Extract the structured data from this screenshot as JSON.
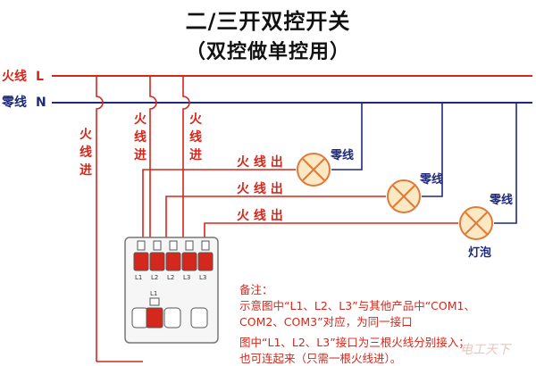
{
  "title": {
    "line1": "二/三开双控开关",
    "line2": "（双控做单控用）"
  },
  "rails": {
    "live_label": "火线",
    "live_letter": "L",
    "neutral_label": "零线",
    "neutral_letter": "N"
  },
  "labels": {
    "live_in": [
      "火",
      "线",
      "进"
    ],
    "live_out": "火 线 出",
    "neutral": "零线",
    "bulb": "灯泡"
  },
  "switch": {
    "top_terminals": [
      "L1",
      "L2",
      "L2",
      "L3",
      "L3"
    ],
    "bottom_terminal": "L1"
  },
  "notes": {
    "heading": "备注：",
    "line1": "示意图中“L1、L2、L3”与其他产品中“COM1、",
    "line2": "COM2、COM3”对应，为同一接口",
    "line3": "图中“L1、L2、L3”接口为三根火线分别接入；",
    "line4": "也可连起来（只需一根火线进）。"
  },
  "watermark": "电工天下",
  "colors": {
    "live": "#d4281c",
    "neutral": "#1f2a7a",
    "bulb_fill": "#fbe9c4",
    "bulb_stroke": "#e07a3a"
  }
}
